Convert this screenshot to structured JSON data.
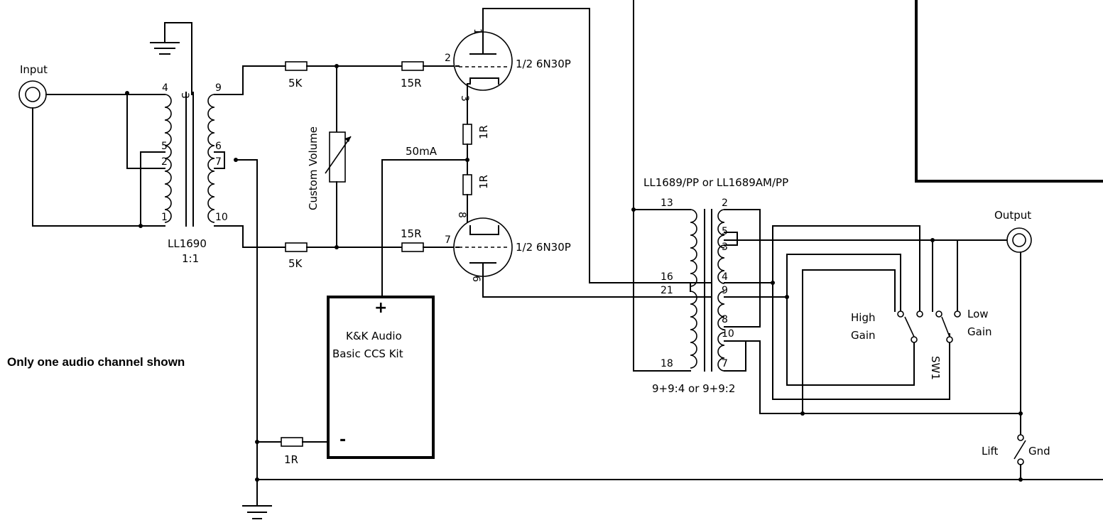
{
  "labels": {
    "input": "Input",
    "output": "Output",
    "note": "Only one audio channel shown",
    "in_xfmr_name": "LL1690",
    "in_xfmr_ratio": "1:1",
    "out_xfmr_name": "LL1689/PP or LL1689AM/PP",
    "out_xfmr_ratio": "9+9:4 or 9+9:2",
    "tube_top": "1/2 6N30P",
    "tube_bottom": "1/2 6N30P",
    "current": "50mA",
    "volume": "Custom Volume",
    "ccs_line1": "K&K Audio",
    "ccs_line2": "Basic CCS Kit",
    "ccs_plus": "+",
    "ccs_minus": "-",
    "high_gain_1": "High",
    "high_gain_2": "Gain",
    "low_gain_1": "Low",
    "low_gain_2": "Gain",
    "switch": "SW1",
    "lift": "Lift",
    "gnd": "Gnd"
  },
  "resistors": {
    "r_top_5k": "5K",
    "r_top_15r": "15R",
    "r_bot_5k": "5K",
    "r_bot_15r": "15R",
    "r_cath_top": "1R",
    "r_cath_bot": "1R",
    "r_ccs": "1R"
  },
  "pins": {
    "in": [
      "4",
      "3",
      "5",
      "2",
      "1",
      "9",
      "6",
      "7",
      "10"
    ],
    "tube_top": [
      "1",
      "2",
      "3"
    ],
    "tube_bot": [
      "8",
      "7",
      "6"
    ],
    "out_pri": [
      "13",
      "16",
      "21",
      "18"
    ],
    "out_sec": [
      "2",
      "5",
      "3",
      "4",
      "9",
      "8",
      "10",
      "7"
    ]
  }
}
